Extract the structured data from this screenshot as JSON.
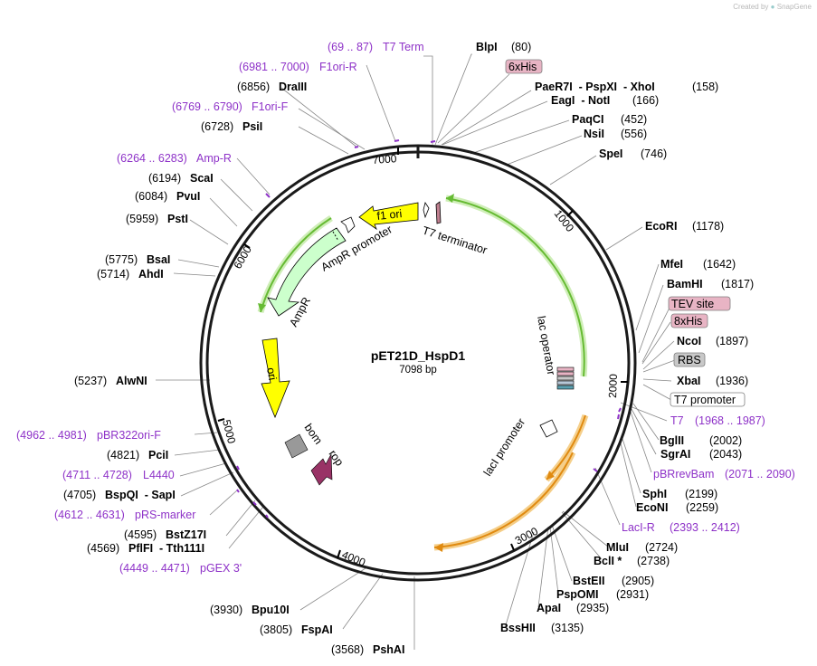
{
  "brand": {
    "created_by": "Created by",
    "name": "SnapGene"
  },
  "plasmid": {
    "name": "pET21D_HspD1",
    "size": "7098 bp"
  },
  "backbone_ticks": [
    "1000",
    "2000",
    "3000",
    "4000",
    "5000",
    "6000",
    "7000"
  ],
  "enzymes": {
    "blpi": {
      "name": "BlpI",
      "pos": "(80)"
    },
    "paer7i": {
      "name": "PaeR7I  - PspXI  - XhoI",
      "pos": "(158)"
    },
    "eagi": {
      "name": "EagI  - NotI",
      "pos": "(166)"
    },
    "paqci": {
      "name": "PaqCI",
      "pos": "(452)"
    },
    "nsii": {
      "name": "NsiI",
      "pos": "(556)"
    },
    "spei": {
      "name": "SpeI",
      "pos": "(746)"
    },
    "ecori": {
      "name": "EcoRI",
      "pos": "(1178)"
    },
    "mfei": {
      "name": "MfeI",
      "pos": "(1642)"
    },
    "bamhi": {
      "name": "BamHI",
      "pos": "(1817)"
    },
    "ncoi": {
      "name": "NcoI",
      "pos": "(1897)"
    },
    "xbai": {
      "name": "XbaI",
      "pos": "(1936)"
    },
    "bglii": {
      "name": "BglII",
      "pos": "(2002)"
    },
    "sgrai": {
      "name": "SgrAI",
      "pos": "(2043)"
    },
    "sphi": {
      "name": "SphI",
      "pos": "(2199)"
    },
    "econi": {
      "name": "EcoNI",
      "pos": "(2259)"
    },
    "mlui": {
      "name": "MluI",
      "pos": "(2724)"
    },
    "bcli": {
      "name": "BclI *",
      "pos": "(2738)"
    },
    "bsteii": {
      "name": "BstEII",
      "pos": "(2905)"
    },
    "pspomi": {
      "name": "PspOMI",
      "pos": "(2931)"
    },
    "apai": {
      "name": "ApaI",
      "pos": "(2935)"
    },
    "bsshii": {
      "name": "BssHII",
      "pos": "(3135)"
    },
    "pshai": {
      "name": "PshAI",
      "pos": "(3568)"
    },
    "fspai": {
      "name": "FspAI",
      "pos": "(3805)"
    },
    "bpu10i": {
      "name": "Bpu10I",
      "pos": "(3930)"
    },
    "pflfi": {
      "name": "PflFI  - Tth111I",
      "pos": "(4569)"
    },
    "bstz17i": {
      "name": "BstZ17I",
      "pos": "(4595)"
    },
    "bspqi": {
      "name": "BspQI  - SapI",
      "pos": "(4705)"
    },
    "pcii": {
      "name": "PciI",
      "pos": "(4821)"
    },
    "alwni": {
      "name": "AlwNI",
      "pos": "(5237)"
    },
    "ahdi": {
      "name": "AhdI",
      "pos": "(5714)"
    },
    "bsai": {
      "name": "BsaI",
      "pos": "(5775)"
    },
    "psti": {
      "name": "PstI",
      "pos": "(5959)"
    },
    "pvui": {
      "name": "PvuI",
      "pos": "(6084)"
    },
    "scai": {
      "name": "ScaI",
      "pos": "(6194)"
    },
    "psii": {
      "name": "PsiI",
      "pos": "(6728)"
    },
    "draiii": {
      "name": "DraIII",
      "pos": "(6856)"
    }
  },
  "primers": {
    "t7term": {
      "range": "(69 .. 87)",
      "name": "T7 Term"
    },
    "f1ori_r": {
      "range": "(6981 .. 7000)",
      "name": "F1ori-R"
    },
    "f1ori_f": {
      "range": "(6769 .. 6790)",
      "name": "F1ori-F"
    },
    "ampr": {
      "range": "(6264 .. 6283)",
      "name": "Amp-R"
    },
    "t7": {
      "name": "T7",
      "range": "(1968 .. 1987)"
    },
    "pbrrevbam": {
      "name": "pBRrevBam",
      "range": "(2071 .. 2090)"
    },
    "laci_r": {
      "name": "LacI-R",
      "range": "(2393 .. 2412)"
    },
    "pbr322ori_f": {
      "range": "(4962 .. 4981)",
      "name": "pBR322ori-F"
    },
    "l4440": {
      "range": "(4711 .. 4728)",
      "name": "L4440"
    },
    "prs_marker": {
      "range": "(4612 .. 4631)",
      "name": "pRS-marker"
    },
    "pgex3": {
      "range": "(4449 .. 4471)",
      "name": "pGEX 3'"
    }
  },
  "boxed": {
    "his6": "6xHis",
    "tev": "TEV site",
    "his8": "8xHis",
    "rbs": "RBS",
    "t7prom": "T7 promoter"
  },
  "features": {
    "f1ori": "f1 ori",
    "t7terminator": "T7 terminator",
    "ampr_promoter": "AmpR promoter",
    "ampr": "AmpR",
    "ori": "ori",
    "bom": "bom",
    "rop": "rop",
    "lac_operator": "lac operator",
    "laci_promoter": "lacI promoter"
  },
  "colors": {
    "backbone": "#1a1a1a",
    "primer": "#8e32c8",
    "f1ori": "#ffff00",
    "ampr": "#ccffcc",
    "ori": "#ffff00",
    "bom": "#999999",
    "rop": "#993366",
    "orf_green": "#66bb33",
    "orf_orange": "#e08a10",
    "tag_pink": "#e8b4c4",
    "rbs_gray": "#c8c8c8"
  }
}
